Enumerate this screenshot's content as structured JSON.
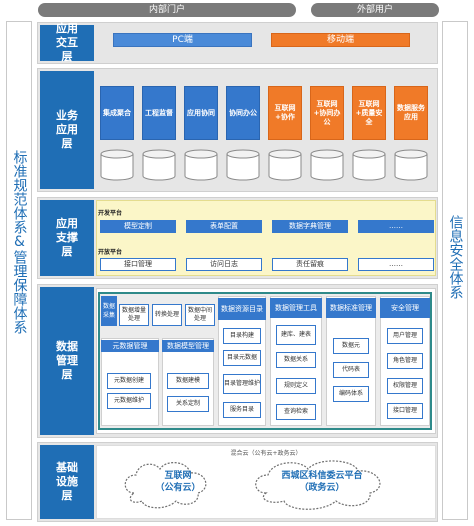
{
  "header": {
    "internal_portal": "内部门户",
    "external_users": "外部用户"
  },
  "side": {
    "left_title": "标准规范体系&管理保障体系",
    "right_title": "信息安全体系"
  },
  "layers": {
    "app": {
      "label": "应用交互层",
      "pc": "PC端",
      "mobile": "移动端"
    },
    "business": {
      "label": "业务应用层",
      "items": [
        "集成聚合",
        "工程监督",
        "应用协同",
        "协同办公",
        "互联网+协作",
        "互联网+协同办公",
        "互联网+质量安全",
        "数据服务应用"
      ]
    },
    "support": {
      "label": "应用支撑层",
      "dev_title": "开发平台",
      "dev_items": [
        "模型定制",
        "表单配置",
        "数据字典管理",
        "……"
      ],
      "open_title": "开放平台",
      "open_items": [
        "接口管理",
        "访问日志",
        "责任留痕",
        "……"
      ]
    },
    "data": {
      "label": "数据管理层",
      "collect_header": "数据采集",
      "collect_buttons": [
        "数据增量处理",
        "转换处理",
        "数据中间处理"
      ],
      "meta_header": "元数据管理",
      "meta_buttons": [
        "元数据创建",
        "元数据维护"
      ],
      "model_header": "数据模型管理",
      "model_buttons": [
        "数据建模",
        "关系定制"
      ],
      "catalog_header": "数据资源目录",
      "catalog_buttons": [
        "目录构建",
        "目录元数据",
        "目录管理维护",
        "服务目录"
      ],
      "tools_header": "数据管理工具",
      "tools_buttons": [
        "建库、建表",
        "数据关系",
        "规则定义",
        "查询检索"
      ],
      "std_header": "数据标准管理",
      "std_buttons": [
        "数据元",
        "代码表",
        "编码体系"
      ],
      "sec_header": "安全管理",
      "sec_buttons": [
        "用户管理",
        "角色管理",
        "权限管理",
        "接口管理"
      ]
    },
    "infra": {
      "label": "基础设施层",
      "hybrid": "混合云（公有云+政务云）",
      "cloud1_line1": "互联网",
      "cloud1_line2": "（公有云）",
      "cloud2_line1": "西城区科信委云平台",
      "cloud2_line2": "（政务云）"
    }
  },
  "colors": {
    "blue": "#1f6eb5",
    "orange": "#f07a28",
    "yellow_bg": "#fbf6c8"
  }
}
